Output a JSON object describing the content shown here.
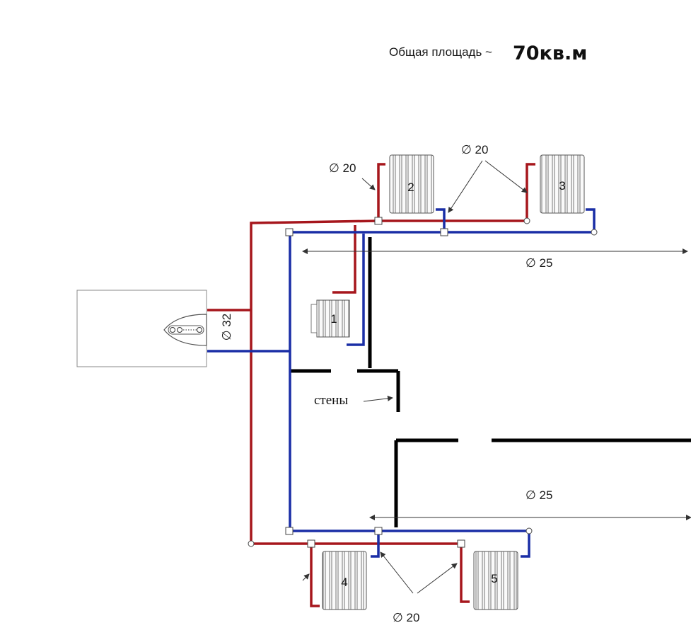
{
  "header": {
    "area_label": "Общая площадь ~",
    "area_value": "70кв.м"
  },
  "boiler": {
    "pipe_diameter": "∅ 32"
  },
  "radiators": [
    {
      "number": "1"
    },
    {
      "number": "2"
    },
    {
      "number": "3"
    },
    {
      "number": "4"
    },
    {
      "number": "5"
    }
  ],
  "pipe_labels": {
    "top_left_20": "∅ 20",
    "top_mid_20": "∅ 20",
    "top_main_25": "∅ 25",
    "bottom_main_25": "∅ 25",
    "bottom_20": "∅ 20"
  },
  "walls_label": "стены",
  "colors": {
    "supply": "#a6161c",
    "return": "#1a2ea6",
    "wall": "#000000"
  }
}
